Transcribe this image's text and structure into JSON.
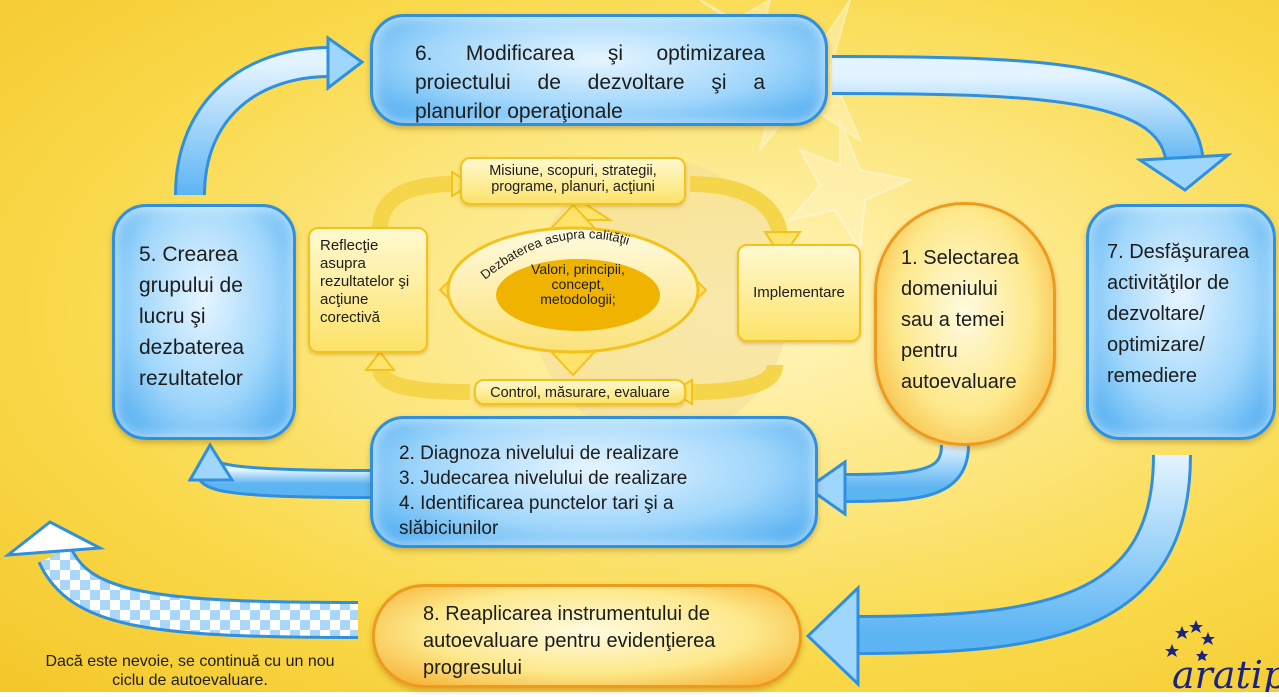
{
  "steps": {
    "step6": "6. Modificarea şi optimizarea proiectului de dezvoltare şi a planurilor operaţionale",
    "step7": "7. Desfăşurarea activităţilor de dezvoltare/ optimizare/ remediere",
    "step1": "1. Selectarea domeniului sau a temei pentru autoevaluare",
    "step5": "5. Crearea grupului de lucru şi dezbaterea rezultatelor",
    "step8": "8. Reaplicarea instrumentului de autoevaluare pentru evidenţierea progresului",
    "step234": [
      "2. Diagnoza nivelului de realizare",
      "3. Judecarea nivelului de realizare",
      "4. Identificarea punctelor tari şi a slăbiciunilor"
    ]
  },
  "inner": {
    "top": "Misiune, scopuri, strategii, programe, planuri, acţiuni",
    "right": "Implementare",
    "bottom": "Control, măsurare, evaluare",
    "left": "Reflecţie asupra rezultatelor şi acţiune corectivă",
    "center_arc": "Dezbaterea asupra calităţii",
    "center": "Valori, principii, concept, metodologii;"
  },
  "footnote": "Dacă este nevoie, se continuă cu un nou ciclu de autoevaluare.",
  "logo_text": "aratip",
  "colors": {
    "background": "#f9d94a",
    "blue_box": "#3fa4ef",
    "orange_box": "#f4a825",
    "arrow_blue": "#7cc6f8",
    "inner_yellow": "#fde36a"
  }
}
